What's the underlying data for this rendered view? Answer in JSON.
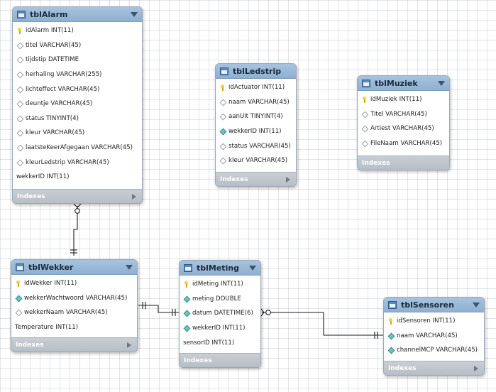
{
  "tables": {
    "tblAlarm": {
      "title": "tblAlarm",
      "columns": [
        {
          "text": "idAlarm INT(11)",
          "icon": "key-icon"
        },
        {
          "text": "titel VARCHAR(45)",
          "icon": "column-diamond-icon"
        },
        {
          "text": "tijdstip DATETIME",
          "icon": "column-diamond-icon"
        },
        {
          "text": "herhaling VARCHAR(255)",
          "icon": "column-diamond-icon"
        },
        {
          "text": "lichteffect VARCHAR(45)",
          "icon": "column-diamond-icon"
        },
        {
          "text": "deuntje VARCHAR(45)",
          "icon": "column-diamond-icon"
        },
        {
          "text": "status TINYINT(4)",
          "icon": "column-diamond-icon"
        },
        {
          "text": "kleur VARCHAR(45)",
          "icon": "column-diamond-icon"
        },
        {
          "text": "laatsteKeerAfgegaan VARCHAR(45)",
          "icon": "column-diamond-icon"
        },
        {
          "text": "kleurLedstrip VARCHAR(45)",
          "icon": "column-diamond-icon"
        },
        {
          "text": "wekkerID INT(11)",
          "icon": "none"
        }
      ],
      "indexes_label": "Indexes"
    },
    "tblLedstrip": {
      "title": "tblLedstrip",
      "columns": [
        {
          "text": "idActuator INT(11)",
          "icon": "key-icon"
        },
        {
          "text": "naam VARCHAR(45)",
          "icon": "column-diamond-icon"
        },
        {
          "text": "aanUit TINYINT(4)",
          "icon": "column-diamond-icon"
        },
        {
          "text": "wekkerID INT(11)",
          "icon": "foreign-key-diamond-icon"
        },
        {
          "text": "status VARCHAR(45)",
          "icon": "column-diamond-icon"
        },
        {
          "text": "kleur VARCHAR(45)",
          "icon": "column-diamond-icon"
        }
      ],
      "indexes_label": "Indexes"
    },
    "tblMuziek": {
      "title": "tblMuziek",
      "columns": [
        {
          "text": "idMuziek INT(11)",
          "icon": "key-icon"
        },
        {
          "text": "Titel VARCHAR(45)",
          "icon": "column-diamond-icon"
        },
        {
          "text": "Artiest VARCHAR(45)",
          "icon": "column-diamond-icon"
        },
        {
          "text": "FileNaam VARCHAR(45)",
          "icon": "column-diamond-icon"
        }
      ],
      "indexes_label": "Indexes"
    },
    "tblWekker": {
      "title": "tblWekker",
      "columns": [
        {
          "text": "idWekker INT(11)",
          "icon": "key-icon"
        },
        {
          "text": "wekkerWachtwoord VARCHAR(45)",
          "icon": "foreign-key-diamond-icon"
        },
        {
          "text": "wekkerNaam VARCHAR(45)",
          "icon": "column-diamond-icon"
        },
        {
          "text": "Temperature INT(11)",
          "icon": "none"
        }
      ],
      "indexes_label": "Indexes"
    },
    "tblMeting": {
      "title": "tblMeting",
      "columns": [
        {
          "text": "idMeting INT(11)",
          "icon": "key-icon"
        },
        {
          "text": "meting DOUBLE",
          "icon": "foreign-key-diamond-icon"
        },
        {
          "text": "datum DATETIME(6)",
          "icon": "foreign-key-diamond-icon"
        },
        {
          "text": "wekkerID INT(11)",
          "icon": "foreign-key-diamond-icon"
        },
        {
          "text": "sensorID INT(11)",
          "icon": "none"
        }
      ],
      "indexes_label": "Indexes"
    },
    "tblSensoren": {
      "title": "tblSensoren",
      "columns": [
        {
          "text": "idSensoren INT(11)",
          "icon": "key-icon"
        },
        {
          "text": "naam VARCHAR(45)",
          "icon": "foreign-key-diamond-icon"
        },
        {
          "text": "channelMCP VARCHAR(45)",
          "icon": "foreign-key-diamond-icon"
        }
      ],
      "indexes_label": "Indexes"
    }
  },
  "relationships": [
    {
      "from": "tblWekker",
      "to": "tblAlarm",
      "from_end": "one-and-only-one",
      "to_end": "zero-or-many"
    },
    {
      "from": "tblWekker",
      "to": "tblMeting",
      "from_end": "one-and-only-one",
      "to_end": "one-and-only-one"
    },
    {
      "from": "tblSensoren",
      "to": "tblMeting",
      "from_end": "one-and-only-one",
      "to_end": "zero-or-many"
    }
  ],
  "colors": {
    "header": "#97b6d5",
    "indexes_bar": "#bfc5cc",
    "key": "#f0c93a",
    "foreign_key_diamond": "#6fc2c2",
    "connector": "#1a1a1a"
  }
}
